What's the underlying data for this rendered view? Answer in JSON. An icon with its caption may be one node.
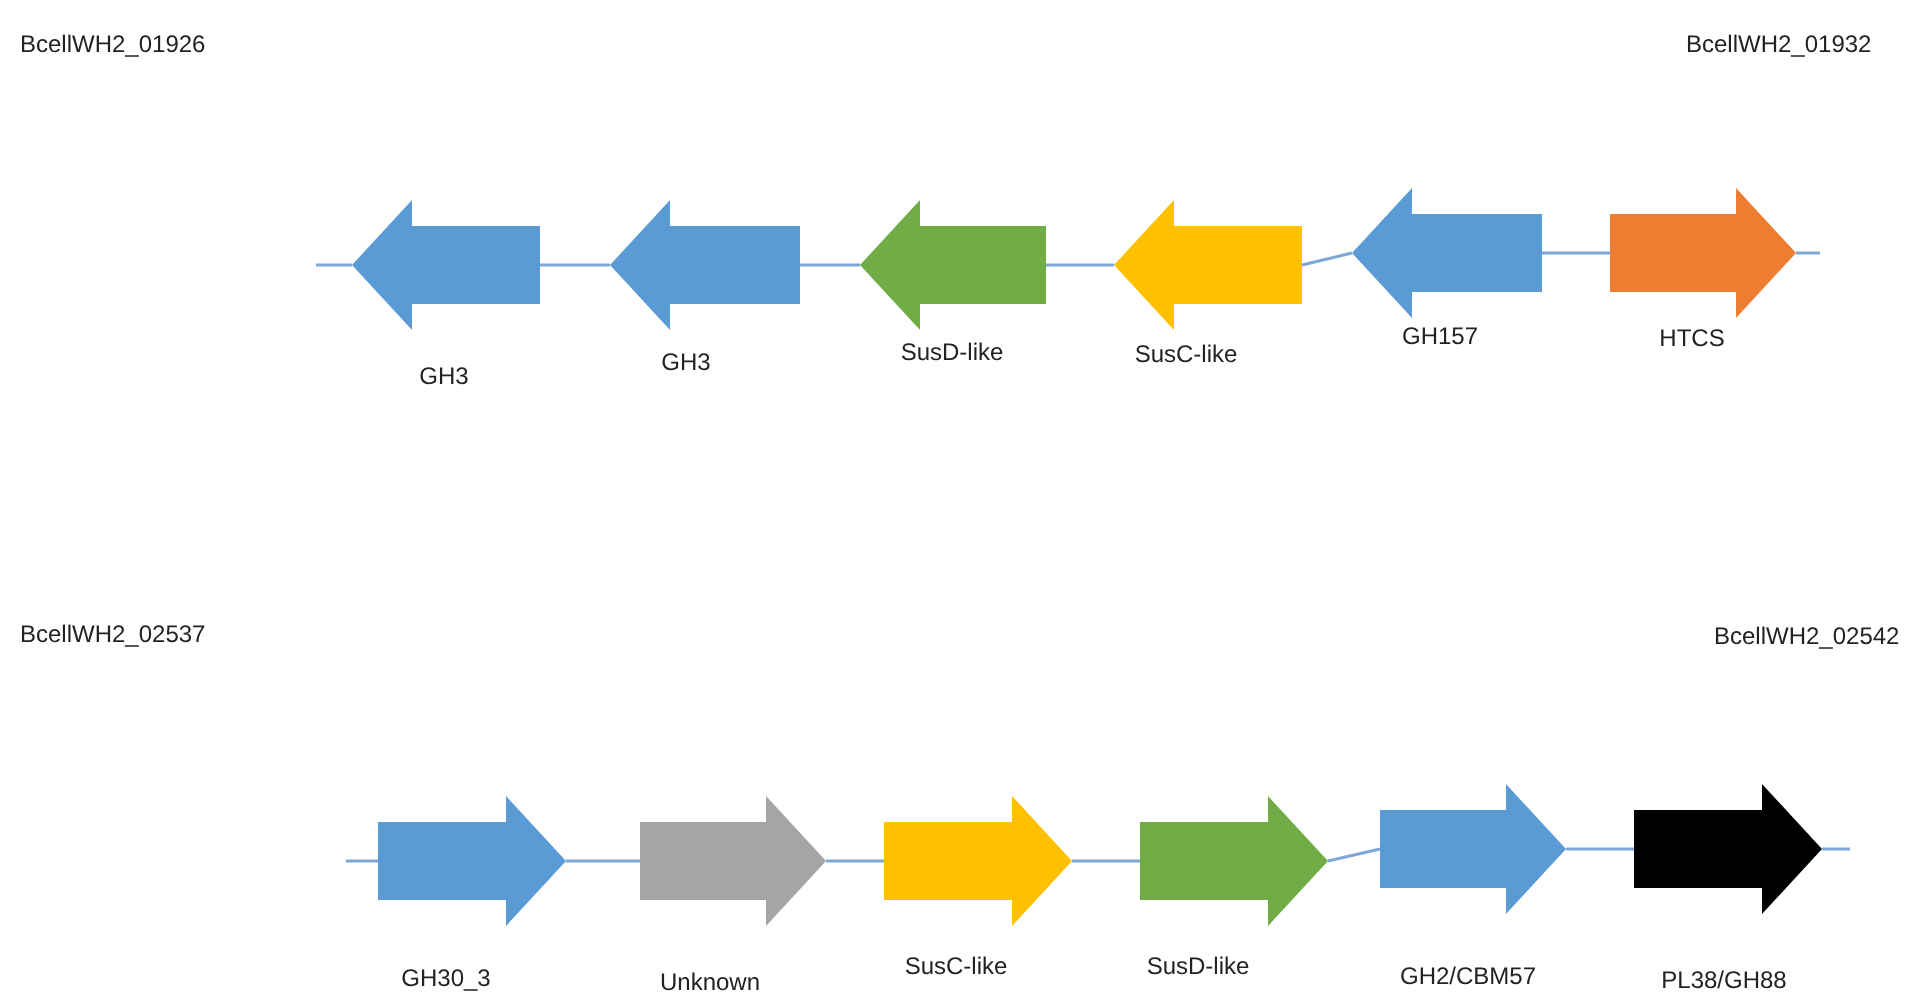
{
  "diagram": {
    "nodes": [
      {
        "text": [],
        "shape": "arrow",
        "beside": [
          "GH3"
        ]
      },
      {
        "text": [],
        "shape": "arrow",
        "beside": [
          "GH3"
        ]
      },
      {
        "text": [],
        "shape": "arrow",
        "beside": [
          "SusD-like"
        ]
      },
      {
        "text": [],
        "shape": "arrow",
        "beside": [
          "SusC-like"
        ]
      },
      {
        "text": [],
        "shape": "arrow",
        "beside": [
          "GH157"
        ]
      },
      {
        "text": [],
        "shape": "arrow",
        "beside": [
          "HTCS"
        ]
      },
      {
        "text": [],
        "shape": "arrow",
        "beside": [
          "GH30_3"
        ]
      },
      {
        "text": [],
        "shape": "arrow",
        "beside": [
          "Unknown"
        ]
      },
      {
        "text": [],
        "shape": "arrow",
        "beside": [
          "SusC-like"
        ]
      },
      {
        "text": [],
        "shape": "arrow",
        "beside": [
          "SusD-like"
        ]
      },
      {
        "text": [],
        "shape": "arrow",
        "beside": [
          "GH2/CBM57"
        ]
      },
      {
        "text": [],
        "shape": "arrow",
        "beside": [
          "PL38/GH88"
        ]
      }
    ],
    "edges": [
      {
        "from": 0,
        "to": 1,
        "arrow": "none"
      },
      {
        "from": 1,
        "to": 2,
        "arrow": "none"
      },
      {
        "from": 2,
        "to": 3,
        "arrow": "none"
      },
      {
        "from": 3,
        "to": 4,
        "arrow": "none"
      },
      {
        "from": 4,
        "to": 5,
        "arrow": "none"
      },
      {
        "from": 6,
        "to": 7,
        "arrow": "none"
      },
      {
        "from": 7,
        "to": 8,
        "arrow": "none"
      },
      {
        "from": 8,
        "to": 9,
        "arrow": "none"
      },
      {
        "from": 9,
        "to": 10,
        "arrow": "none"
      },
      {
        "from": 10,
        "to": 11,
        "arrow": "none"
      }
    ],
    "labels": [
      "BcellWH2_01926",
      "BcellWH2_01932",
      "BcellWH2_02537",
      "BcellWH2_02542"
    ]
  }
}
